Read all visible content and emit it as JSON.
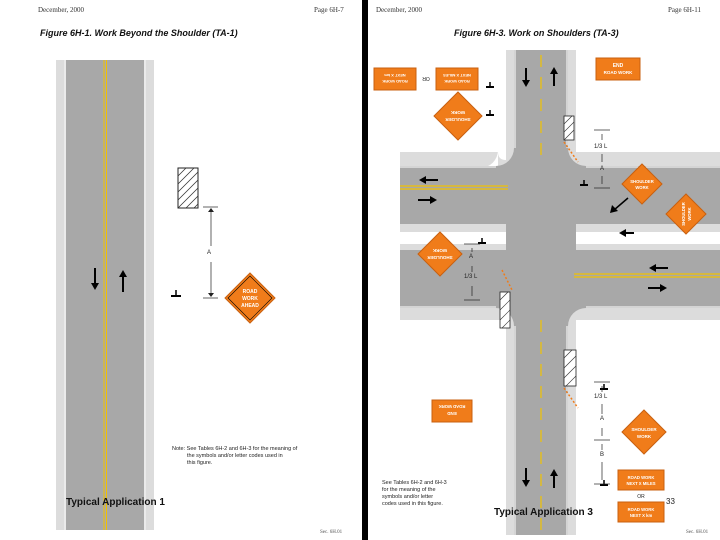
{
  "left": {
    "header_date": "December, 2000",
    "header_page": "Page 6H-7",
    "title": "Figure 6H-1. Work Beyond the Shoulder (TA-1)",
    "sign_line1": "ROAD",
    "sign_line2": "WORK",
    "sign_line3": "AHEAD",
    "dim_label": "A",
    "note_line1": "Note: See Tables 6H-2 and 6H-3 for the meaning of",
    "note_line2": "the symbols and/or letter codes used in",
    "note_line3": "this figure.",
    "footer": "Typical Application 1",
    "section": "Sec. 6H.01"
  },
  "right": {
    "header_date": "December, 2000",
    "header_page": "Page 6H-11",
    "title": "Figure 6H-3. Work on Shoulders (TA-3)",
    "end_line1": "END",
    "end_line2": "ROAD WORK",
    "road_work_next_line1": "ROAD WORK",
    "road_work_next_miles": "NEXT X MILES",
    "road_work_next_km": "NEXT X km",
    "or_label": "OR",
    "shoulder_line1": "SHOULDER",
    "shoulder_line2": "WORK",
    "third_l": "1/3 L",
    "dim_a": "A",
    "dim_b": "B",
    "note_line1": "See Tables 6H-2 and 6H-3",
    "note_line2": "for the meaning of the",
    "note_line3": "symbols and/or letter",
    "note_line4": "codes used in this figure.",
    "footer": "Typical Application 3",
    "section": "Sec. 6H.01"
  },
  "page_number": "33",
  "colors": {
    "road": "#a8a8a8",
    "shoulder": "#dcdcdc",
    "sign": "#f07c1a",
    "centerline": "#f2c200"
  }
}
